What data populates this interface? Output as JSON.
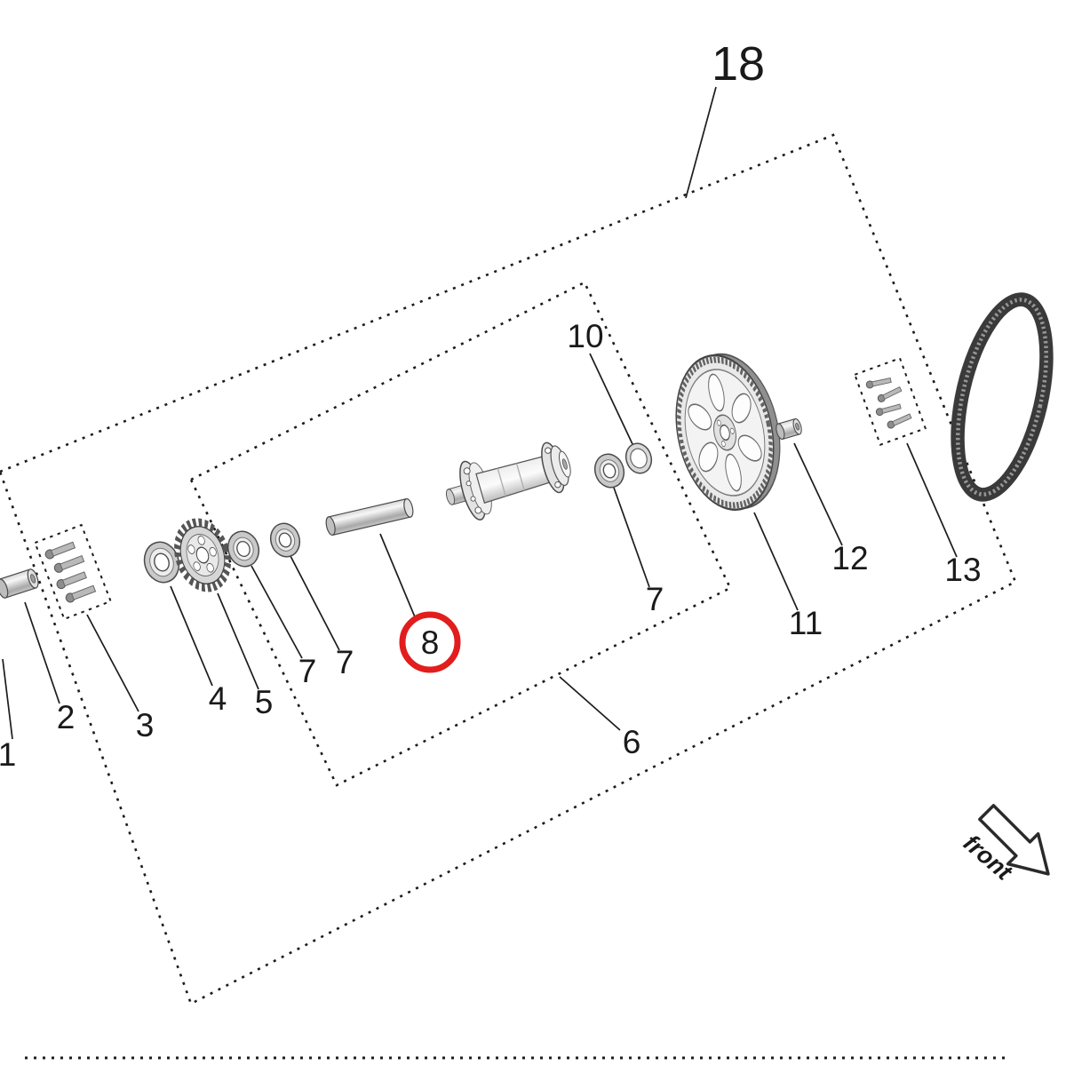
{
  "diagram": {
    "assembly_label": "18",
    "front_label": "front",
    "highlight_color": "#e11d1d",
    "callouts": {
      "c1": "1",
      "c2": "2",
      "c3": "3",
      "c4": "4",
      "c5": "5",
      "c6": "6",
      "c7a": "7",
      "c7b": "7",
      "c7c": "7",
      "c8": "8",
      "c10": "10",
      "c11": "11",
      "c12": "12",
      "c13": "13"
    }
  }
}
